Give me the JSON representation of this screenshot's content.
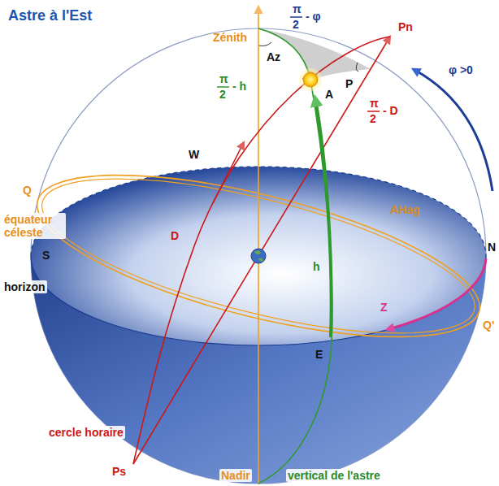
{
  "diagram": {
    "title": "Astre à l'Est",
    "labels": [
      "Zénith",
      "π",
      "2",
      "- φ",
      "Pn",
      "Az",
      "P",
      "π",
      "2",
      "- h",
      "A",
      "π",
      "2",
      "- D",
      "φ >0",
      "W",
      "Q",
      "équateur céleste",
      "S",
      "D",
      "AHag",
      "N",
      "h",
      "horizon",
      "Z",
      "Q'",
      "E",
      "cercle horaire",
      "Ps",
      "Nadir",
      "vertical de l'astre"
    ]
  }
}
